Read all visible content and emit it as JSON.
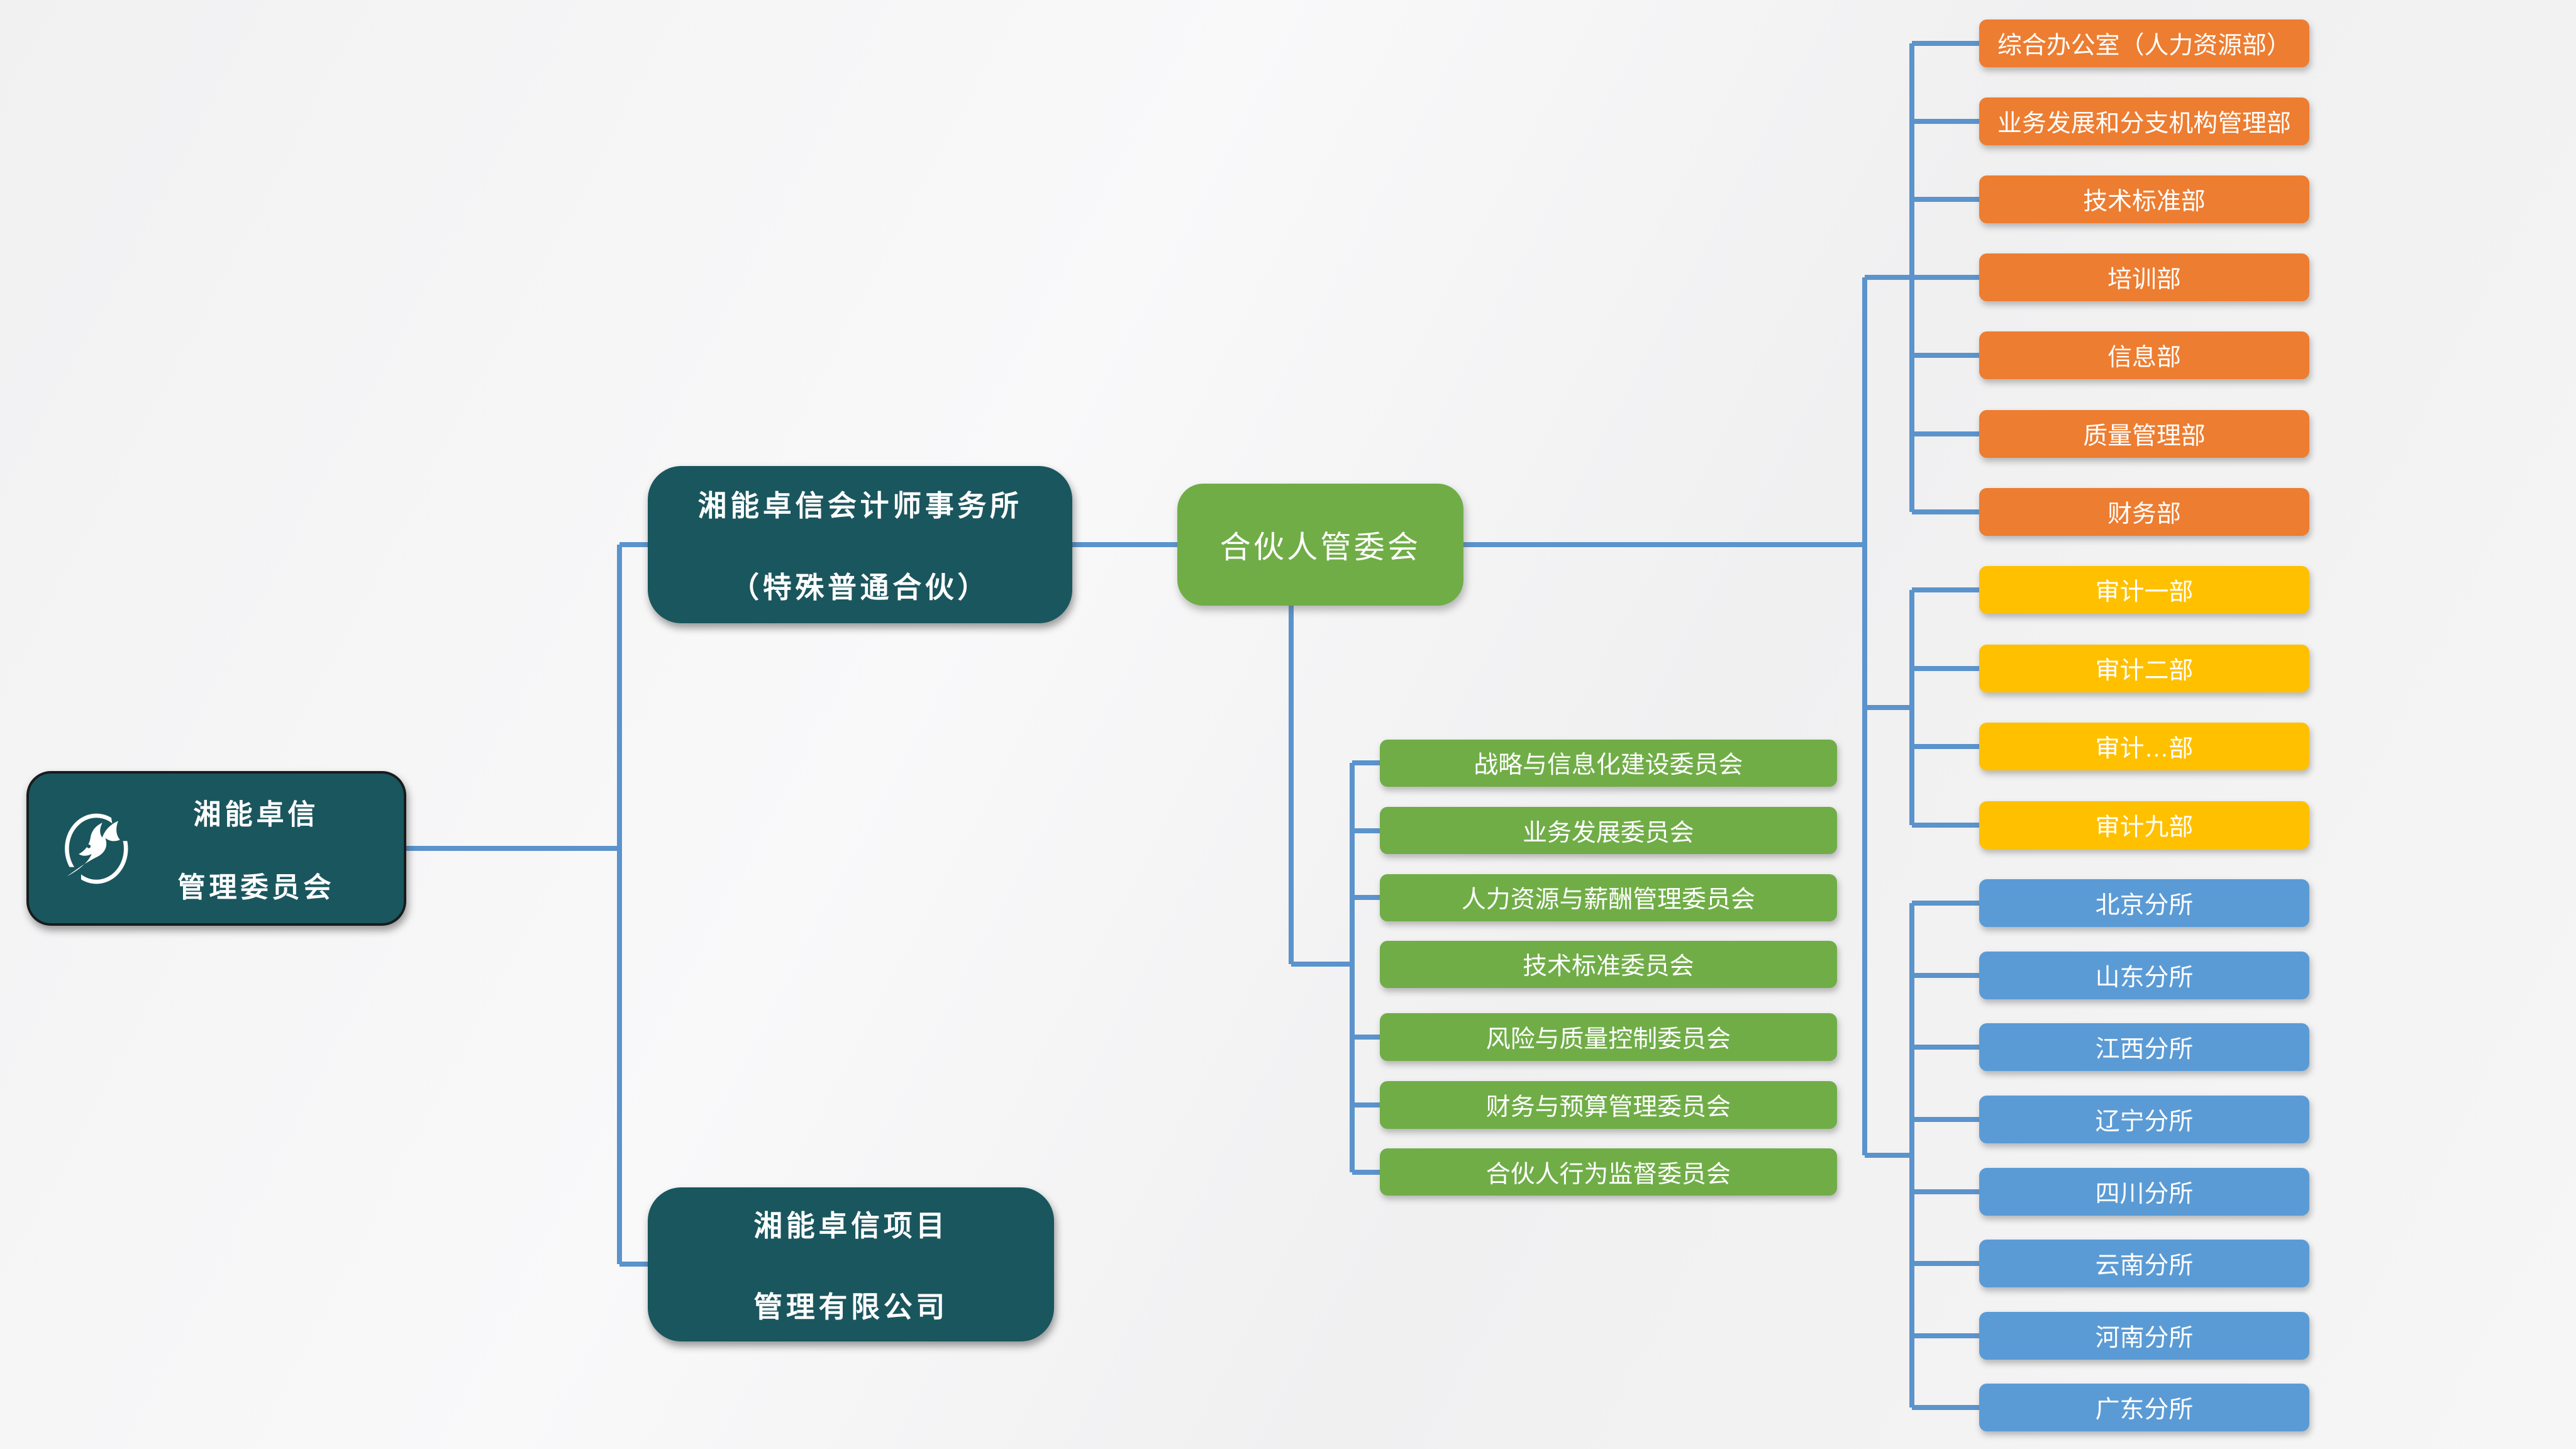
{
  "root": {
    "line1": "湘能卓信",
    "line2": "管理委员会"
  },
  "subsidiaries": {
    "firm": {
      "line1": "湘能卓信会计师事务所",
      "line2": "（特殊普通合伙）"
    },
    "project_company": {
      "line1": "湘能卓信项目",
      "line2": "管理有限公司"
    }
  },
  "partner_committee": "合伙人管委会",
  "committees": [
    "战略与信息化建设委员会",
    "业务发展委员会",
    "人力资源与薪酬管理委员会",
    "技术标准委员会",
    "风险与质量控制委员会",
    "财务与预算管理委员会",
    "合伙人行为监督委员会"
  ],
  "departments": [
    "综合办公室（人力资源部）",
    "业务发展和分支机构管理部",
    "技术标准部",
    "培训部",
    "信息部",
    "质量管理部",
    "财务部"
  ],
  "audit_departments": [
    "审计一部",
    "审计二部",
    "审计…部",
    "审计九部"
  ],
  "branches": [
    "北京分所",
    "山东分所",
    "江西分所",
    "辽宁分所",
    "四川分所",
    "云南分所",
    "河南分所",
    "广东分所"
  ],
  "icons": {
    "logo": "bird-in-circle"
  },
  "colors": {
    "teal": "#1A565E",
    "green": "#70AD47",
    "orange": "#ED7D31",
    "yellow": "#FFC000",
    "blue": "#5B9BD5",
    "connector": "#5B93CC",
    "background": "#F4F4F5"
  }
}
